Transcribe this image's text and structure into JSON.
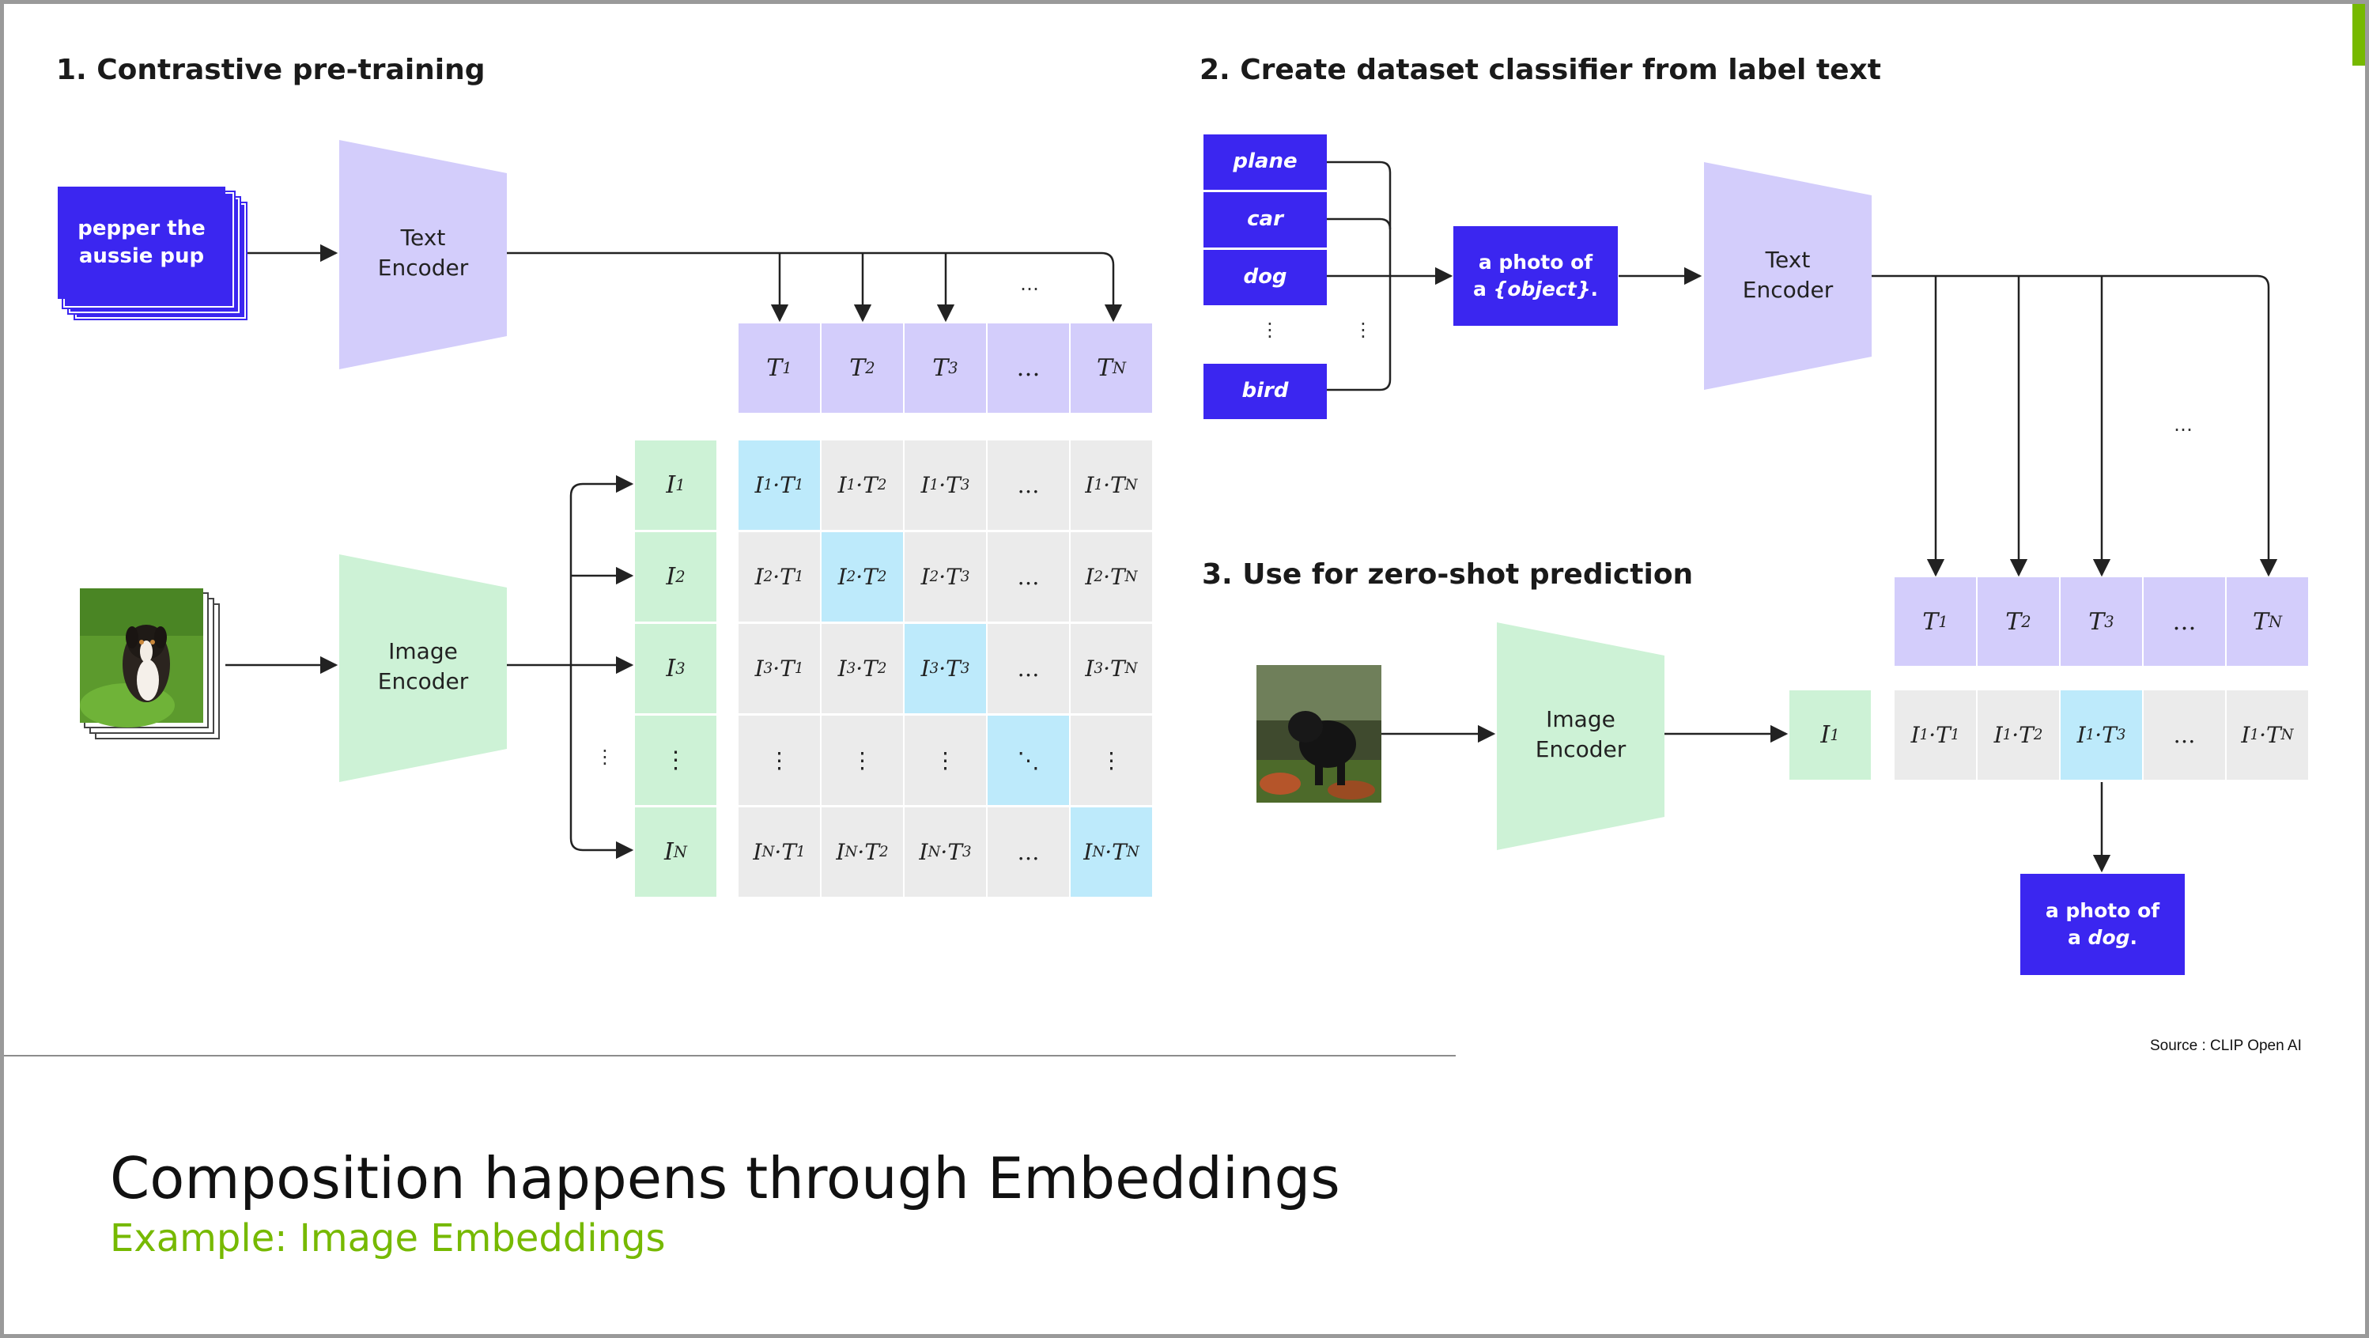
{
  "sections": {
    "s1_title": "1. Contrastive pre-training",
    "s2_title": "2. Create dataset classifier from label text",
    "s3_title": "3. Use for zero-shot prediction"
  },
  "s1": {
    "text_input": "pepper the aussie pup",
    "text_encoder": "Text\nEncoder",
    "image_encoder": "Image\nEncoder",
    "t_cells": [
      {
        "base": "T",
        "sub": "1"
      },
      {
        "base": "T",
        "sub": "2"
      },
      {
        "base": "T",
        "sub": "3"
      },
      {
        "base": "…",
        "sub": ""
      },
      {
        "base": "T",
        "sub": "N"
      }
    ],
    "i_cells": [
      {
        "base": "I",
        "sub": "1"
      },
      {
        "base": "I",
        "sub": "2"
      },
      {
        "base": "I",
        "sub": "3"
      },
      {
        "base": "⋮",
        "sub": ""
      },
      {
        "base": "I",
        "sub": "N"
      }
    ],
    "matrix": [
      [
        "I1·T1",
        "I1·T2",
        "I1·T3",
        "…",
        "I1·TN"
      ],
      [
        "I2·T1",
        "I2·T2",
        "I2·T3",
        "…",
        "I2·TN"
      ],
      [
        "I3·T1",
        "I3·T2",
        "I3·T3",
        "…",
        "I3·TN"
      ],
      [
        "⋮",
        "⋮",
        "⋮",
        "⋱",
        "⋮"
      ],
      [
        "IN·T1",
        "IN·T2",
        "IN·T3",
        "…",
        "IN·TN"
      ]
    ],
    "top_dots": "…",
    "side_dots": "⋮"
  },
  "s2": {
    "labels": [
      "plane",
      "car",
      "dog",
      "⋮",
      "bird"
    ],
    "connector_dots": "⋮",
    "template_line1": "a photo of",
    "template_line2_pre": "a ",
    "template_line2_obj": "{object}",
    "template_line2_post": ".",
    "text_encoder": "Text\nEncoder",
    "right_dots": "…"
  },
  "s3": {
    "image_encoder": "Image\nEncoder",
    "i_cell": {
      "base": "I",
      "sub": "1"
    },
    "t_cells": [
      {
        "base": "T",
        "sub": "1"
      },
      {
        "base": "T",
        "sub": "2"
      },
      {
        "base": "T",
        "sub": "3"
      },
      {
        "base": "…",
        "sub": ""
      },
      {
        "base": "T",
        "sub": "N"
      }
    ],
    "products": [
      "I1·T1",
      "I1·T2",
      "I1·T3",
      "…",
      "I1·TN"
    ],
    "result_line1": "a photo of",
    "result_line2_pre": "a ",
    "result_line2_obj": "dog",
    "result_line2_post": "."
  },
  "footer": {
    "title": "Composition happens through Embeddings",
    "subtitle": "Example:  Image Embeddings",
    "source": "Source : CLIP Open AI"
  },
  "colors": {
    "accent_green": "#76b900",
    "blue_box": "#3b26f0",
    "text_cell": "#d3cdfb",
    "image_cell": "#cdf2d6",
    "highlight_cell": "#bdeafb",
    "neutral_cell": "#ebebeb"
  },
  "icons": {
    "dog_photo": "puppy-photo-stack",
    "dog_photo_dark": "black-dog-photo"
  }
}
